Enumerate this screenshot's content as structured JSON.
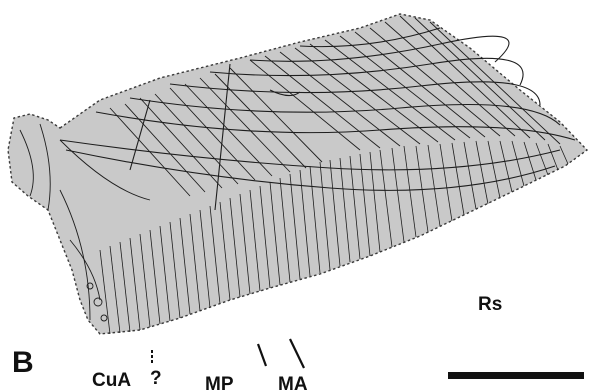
{
  "figure": {
    "panel_label": "B",
    "vein_labels": {
      "rs": "Rs",
      "cua": "CuA",
      "uncertain": "?",
      "mp": "MP",
      "ma": "MA"
    },
    "colors": {
      "wing_fill": "#c9c9c9",
      "vein_stroke": "#1e1e1e",
      "outline_dotted": "#3a3a3a",
      "scale_bar": "#111111"
    }
  }
}
